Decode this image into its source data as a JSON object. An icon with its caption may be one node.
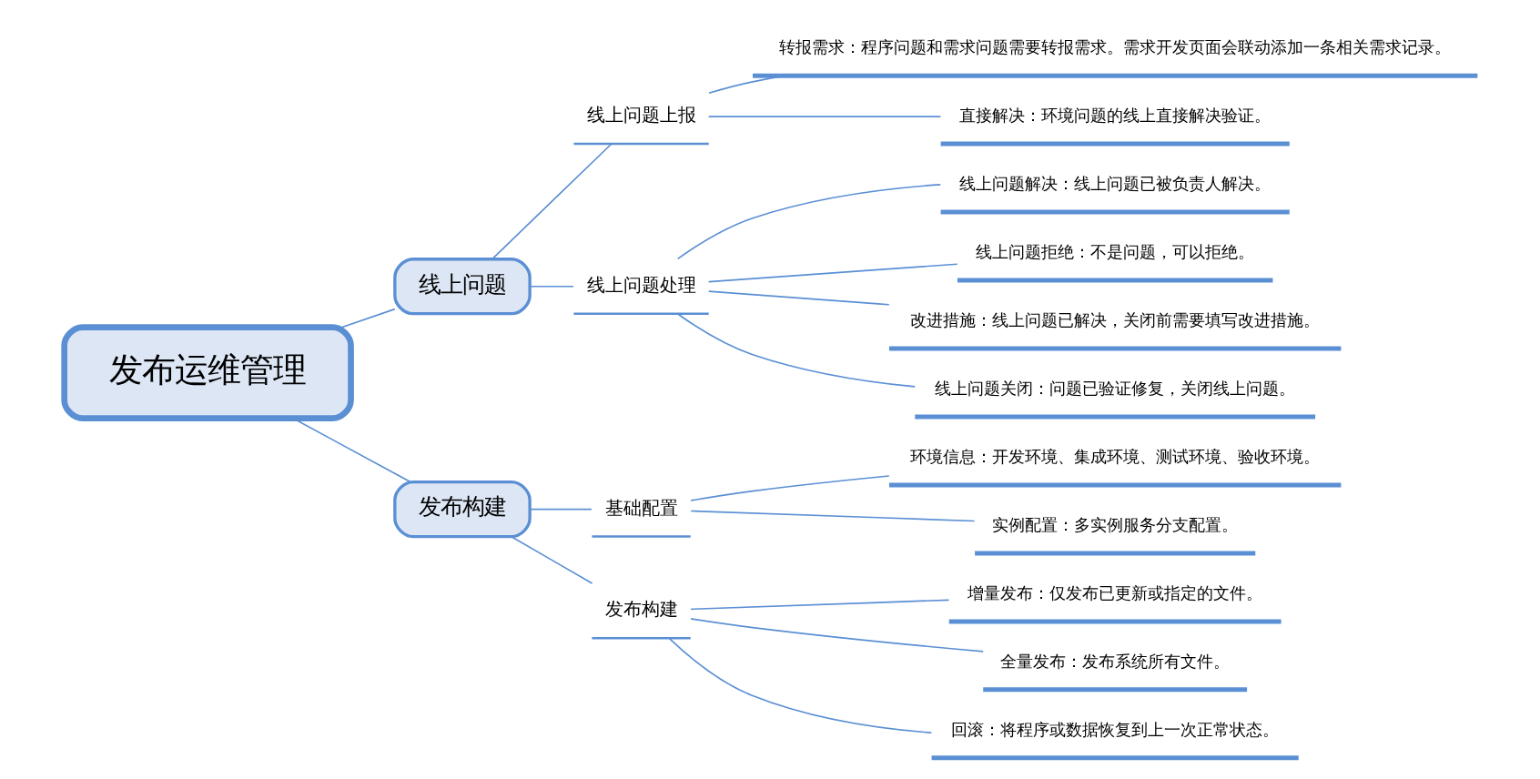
{
  "diagram": {
    "nodes": [
      {
        "text": [
          "发布运维管理"
        ]
      },
      {
        "text": [
          "线上问题"
        ]
      },
      {
        "text": [
          "线上问题上报"
        ]
      },
      {
        "text": [
          "转报需求：程序问题和需求问题需要转报需求。需求开发页面会联动添加一条相关需求记录。"
        ]
      },
      {
        "text": [
          "直接解决：环境问题的线上直接解决验证。"
        ]
      },
      {
        "text": [
          "线上问题处理"
        ]
      },
      {
        "text": [
          "线上问题解决：线上问题已被负责人解决。"
        ]
      },
      {
        "text": [
          "线上问题拒绝：不是问题，可以拒绝。"
        ]
      },
      {
        "text": [
          "改进措施：线上问题已解决，关闭前需要填写改进措施。"
        ]
      },
      {
        "text": [
          "线上问题关闭：问题已验证修复，关闭线上问题。"
        ]
      },
      {
        "text": [
          "发布构建"
        ]
      },
      {
        "text": [
          "基础配置"
        ]
      },
      {
        "text": [
          "环境信息：开发环境、集成环境、测试环境、验收环境。"
        ]
      },
      {
        "text": [
          "实例配置：多实例服务分支配置。"
        ]
      },
      {
        "text": [
          "发布构建"
        ]
      },
      {
        "text": [
          "增量发布：仅发布已更新或指定的文件。"
        ]
      },
      {
        "text": [
          "全量发布：发布系统所有文件。"
        ]
      },
      {
        "text": [
          "回滚：将程序或数据恢复到上一次正常状态。"
        ]
      }
    ],
    "edges": [
      {
        "from": 0,
        "to": 1,
        "arrow": "none"
      },
      {
        "from": 1,
        "to": 2,
        "arrow": "none"
      },
      {
        "from": 2,
        "to": 3,
        "arrow": "none"
      },
      {
        "from": 2,
        "to": 4,
        "arrow": "none"
      },
      {
        "from": 1,
        "to": 5,
        "arrow": "none"
      },
      {
        "from": 5,
        "to": 6,
        "arrow": "none"
      },
      {
        "from": 5,
        "to": 7,
        "arrow": "none"
      },
      {
        "from": 5,
        "to": 8,
        "arrow": "none"
      },
      {
        "from": 5,
        "to": 9,
        "arrow": "none"
      },
      {
        "from": 0,
        "to": 10,
        "arrow": "none"
      },
      {
        "from": 10,
        "to": 11,
        "arrow": "none"
      },
      {
        "from": 11,
        "to": 12,
        "arrow": "none"
      },
      {
        "from": 11,
        "to": 13,
        "arrow": "none"
      },
      {
        "from": 10,
        "to": 14,
        "arrow": "none"
      },
      {
        "from": 14,
        "to": 15,
        "arrow": "none"
      },
      {
        "from": 14,
        "to": 16,
        "arrow": "none"
      },
      {
        "from": 14,
        "to": 17,
        "arrow": "none"
      }
    ]
  }
}
